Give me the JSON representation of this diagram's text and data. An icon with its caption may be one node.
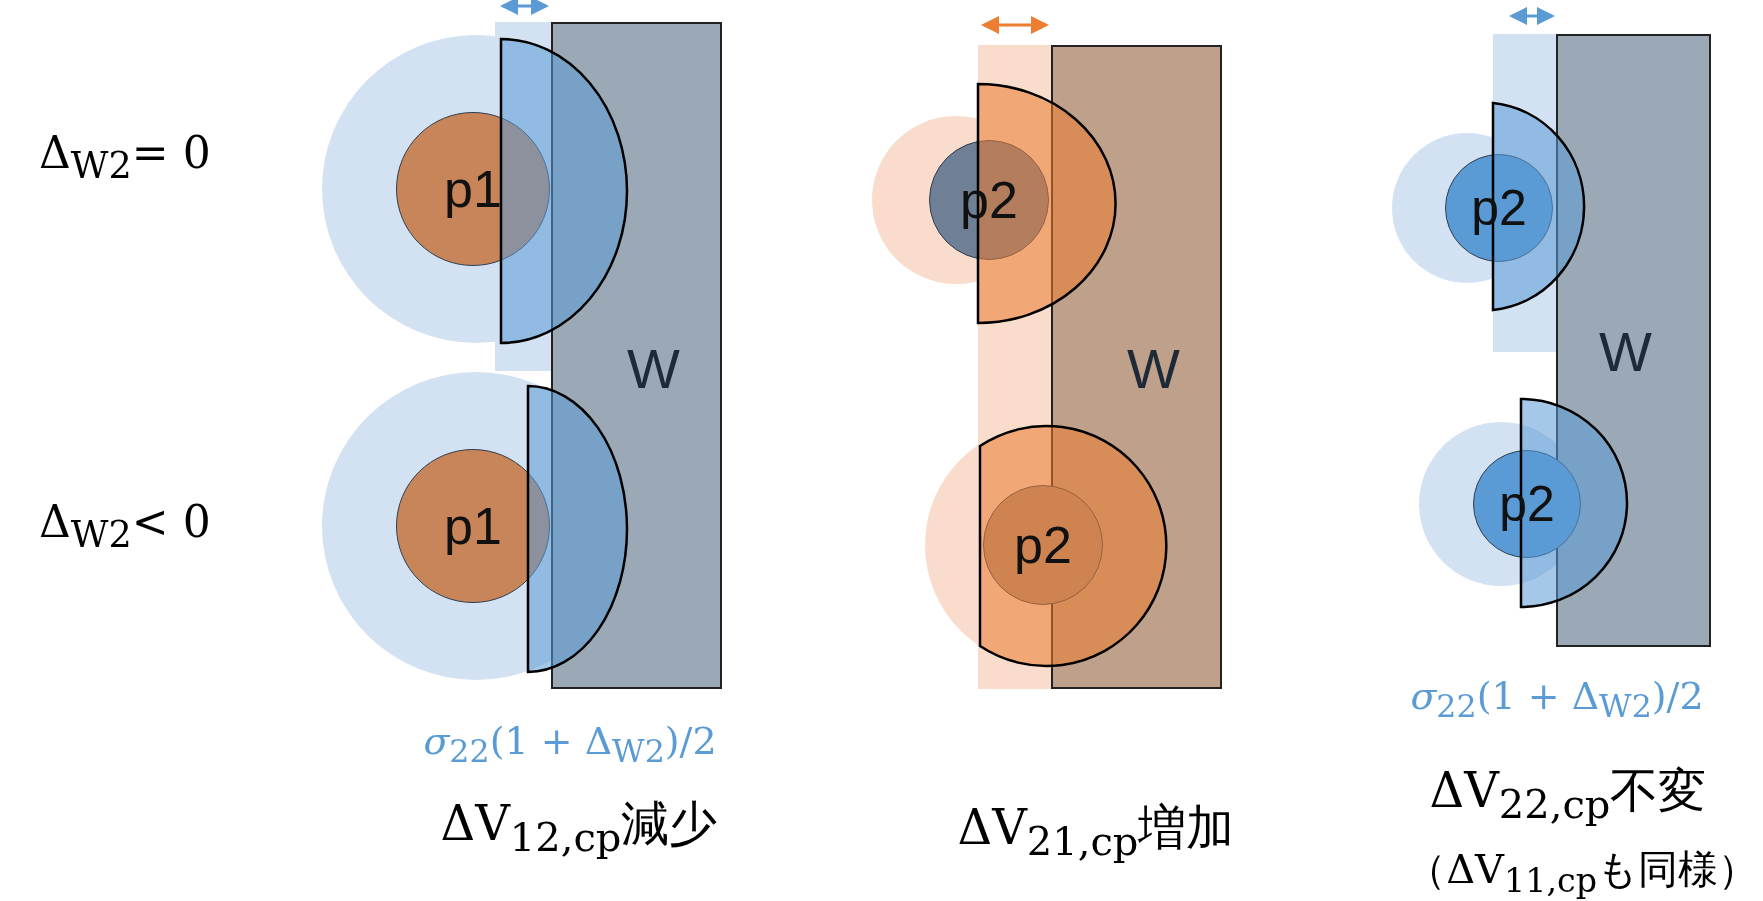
{
  "diagram": {
    "nodes": [
      {
        "text": [
          "p1"
        ]
      },
      {
        "text": [
          "W"
        ]
      },
      {
        "text": [
          "p1"
        ]
      },
      {
        "text": [
          "p2"
        ]
      },
      {
        "text": [
          "W"
        ]
      },
      {
        "text": [
          "p2"
        ]
      },
      {
        "text": [
          "p2"
        ]
      },
      {
        "text": [
          "W"
        ]
      },
      {
        "text": [
          "p2"
        ]
      }
    ],
    "labels": [
      "Δ$_{W2}$= 0",
      "Δ$_{W2}$< 0",
      "*σ*$_{22}$(1 + Δ$_{W2}$)/2",
      "ΔV$_{12,cp}$減少",
      "ΔV$_{21,cp}$増加",
      "*σ*$_{22}$(1 + Δ$_{W2}$)/2",
      "ΔV$_{22,cp}$不変",
      "（ΔV$_{11,cp}$も同様）"
    ]
  }
}
